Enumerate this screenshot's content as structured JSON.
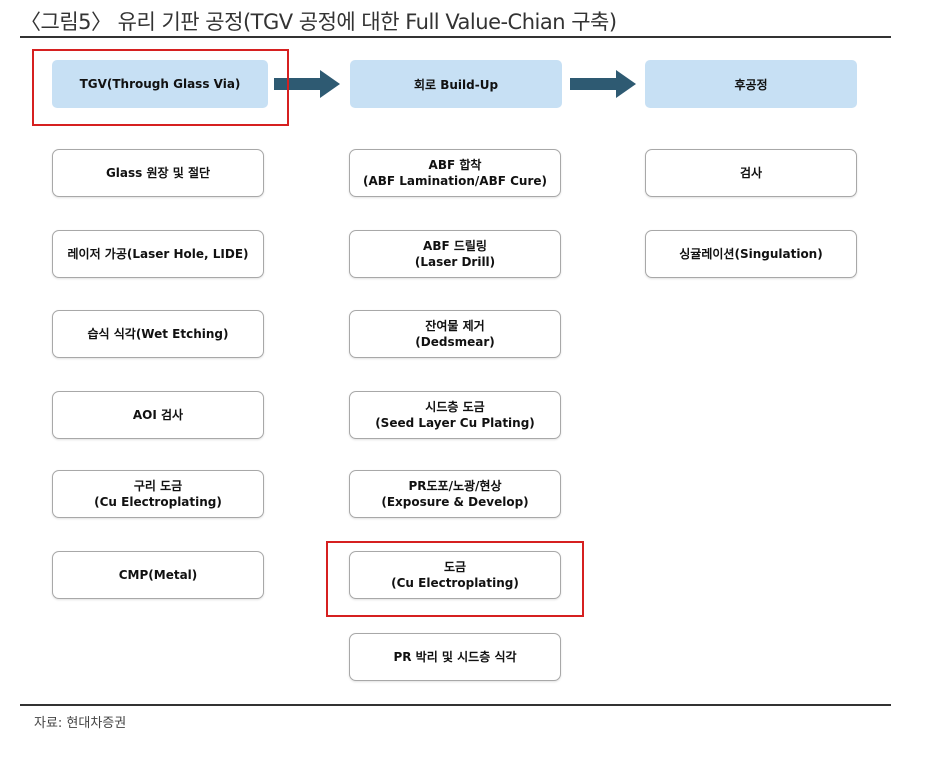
{
  "title": "〈그림5〉 유리 기판 공정(TGV 공정에 대한 Full Value-Chian 구축)",
  "source": "자료: 현대차증권",
  "colors": {
    "header_fill": "#c7e0f4",
    "arrow": "#2e5a72",
    "highlight": "#d62020",
    "box_border": "#a8a8a8"
  },
  "columns": [
    {
      "header": "TGV(Through Glass Via)",
      "steps": [
        {
          "line1": "Glass 원장 및 절단",
          "line2": ""
        },
        {
          "line1": "레이저 가공(Laser Hole, LIDE)",
          "line2": ""
        },
        {
          "line1": "습식 식각(Wet Etching)",
          "line2": ""
        },
        {
          "line1": "AOI 검사",
          "line2": ""
        },
        {
          "line1": "구리 도금",
          "line2": "(Cu Electroplating)"
        },
        {
          "line1": "CMP(Metal)",
          "line2": ""
        }
      ]
    },
    {
      "header": "회로 Build-Up",
      "steps": [
        {
          "line1": "ABF 합착",
          "line2": "(ABF Lamination/ABF Cure)"
        },
        {
          "line1": "ABF 드릴링",
          "line2": "(Laser Drill)"
        },
        {
          "line1": "잔여물 제거",
          "line2": "(Dedsmear)"
        },
        {
          "line1": "시드층 도금",
          "line2": "(Seed Layer Cu Plating)"
        },
        {
          "line1": "PR도포/노광/현상",
          "line2": "(Exposure & Develop)"
        },
        {
          "line1": "도금",
          "line2": "(Cu Electroplating)"
        },
        {
          "line1": "PR 박리 및 시드층 식각",
          "line2": ""
        }
      ]
    },
    {
      "header": "후공정",
      "steps": [
        {
          "line1": "검사",
          "line2": ""
        },
        {
          "line1": "싱귤레이션(Singulation)",
          "line2": ""
        }
      ]
    }
  ]
}
